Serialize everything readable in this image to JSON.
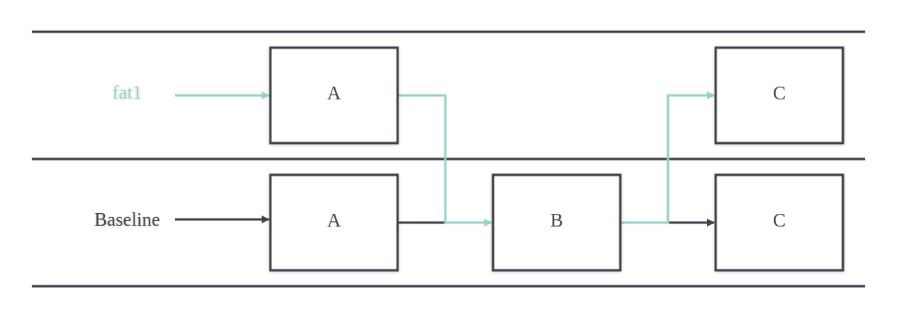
{
  "colors": {
    "line": "#3d4148",
    "accent": "#92d4c6",
    "text": "#3d4148"
  },
  "lanes": [
    {
      "label": "fat1"
    },
    {
      "label": "Baseline"
    }
  ],
  "boxes": {
    "a_top": "A",
    "c_top": "C",
    "a_bottom": "A",
    "b_bottom": "B",
    "c_bottom": "C"
  }
}
